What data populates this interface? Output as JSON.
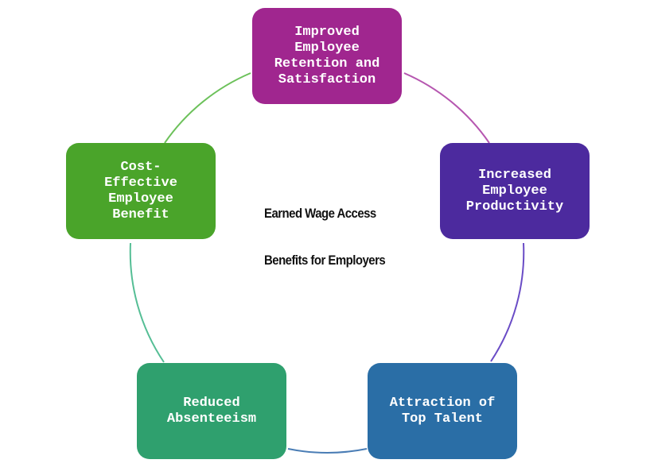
{
  "diagram": {
    "title_line1": "Earned Wage Access",
    "title_line2": "Benefits for Employers",
    "type": "cycle",
    "nodes": [
      {
        "label": "Improved\nEmployee\nRetention and\nSatisfaction",
        "color": "#a0268f"
      },
      {
        "label": "Increased\nEmployee\nProductivity",
        "color": "#4c2a9e"
      },
      {
        "label": "Attraction of\nTop Talent",
        "color": "#2a6ea6"
      },
      {
        "label": "Reduced\nAbsenteeism",
        "color": "#2fa06e"
      },
      {
        "label": "Cost-\nEffective\nEmployee\nBenefit",
        "color": "#4aa42a"
      }
    ],
    "connectors": [
      {
        "from": 0,
        "to": 1,
        "color": "#b657b0"
      },
      {
        "from": 1,
        "to": 2,
        "color": "#6a4cc6"
      },
      {
        "from": 2,
        "to": 3,
        "color": "#4a7db5"
      },
      {
        "from": 3,
        "to": 4,
        "color": "#55be95"
      },
      {
        "from": 4,
        "to": 0,
        "color": "#6cc15a"
      }
    ]
  }
}
